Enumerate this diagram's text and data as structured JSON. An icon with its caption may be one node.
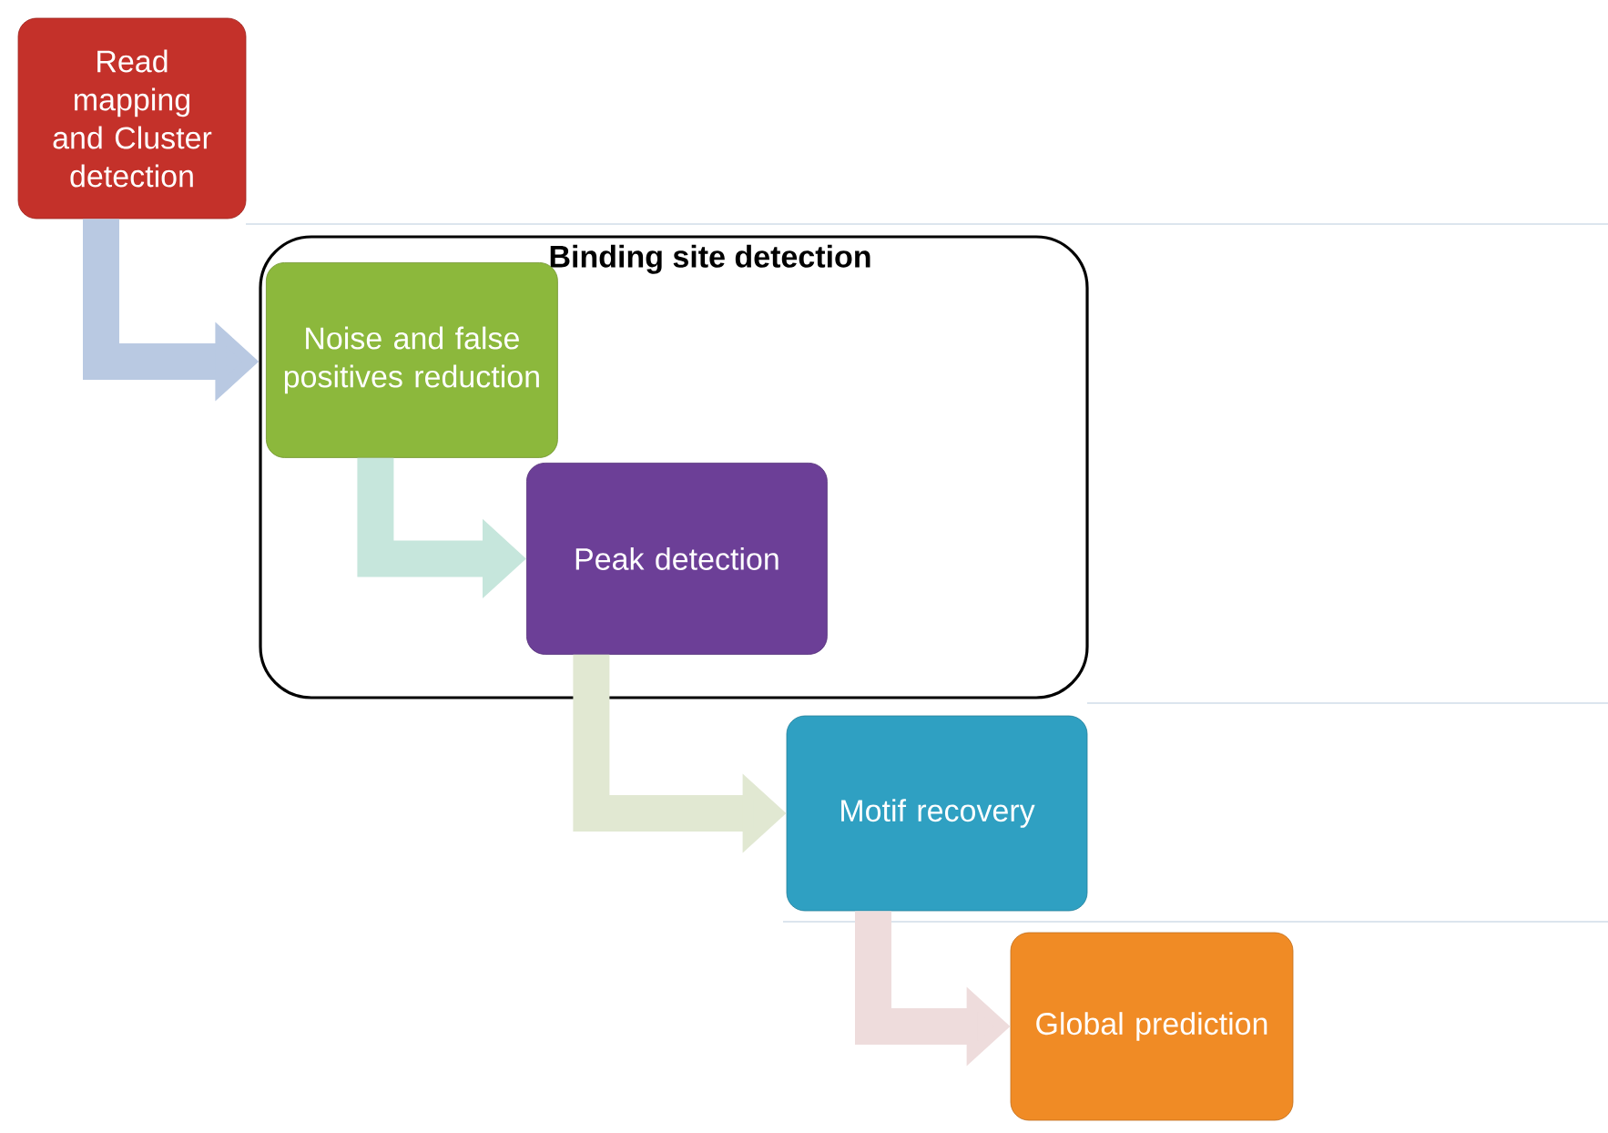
{
  "diagram": {
    "nodes": [
      {
        "text": [
          "Read mapping and Cluster detection"
        ]
      },
      {
        "text": [
          "Binding site detection"
        ]
      },
      {
        "text": [
          "Noise and false positives reduction"
        ],
        "in": 1
      },
      {
        "text": [
          "Peak detection"
        ],
        "in": 1
      },
      {
        "text": [
          "Motif recovery"
        ]
      },
      {
        "text": [
          "Global prediction"
        ]
      }
    ],
    "edges": [
      {
        "from": 0,
        "to": 1,
        "arrow": "to",
        "color": "#b9c9e2"
      },
      {
        "from": 2,
        "to": 3,
        "arrow": "to",
        "color": "#c6e6dc"
      },
      {
        "from": 3,
        "to": 4,
        "arrow": "to",
        "color": "#e1e8d2"
      },
      {
        "from": 4,
        "to": 5,
        "arrow": "to",
        "color": "#eedcdc"
      }
    ]
  }
}
